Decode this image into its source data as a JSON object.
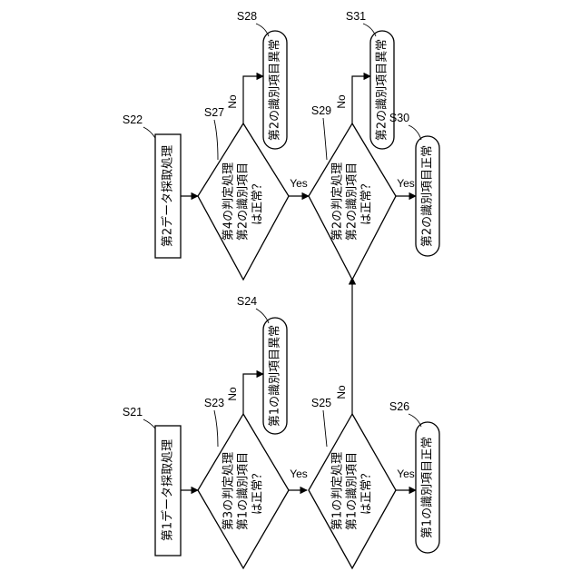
{
  "steps": {
    "s21": {
      "id": "S21",
      "text": "第1データ採取処理"
    },
    "s22": {
      "id": "S22",
      "text": "第2データ採取処理"
    },
    "s23": {
      "id": "S23",
      "lines": [
        "第3の判定処理",
        "第1の識別項目",
        "は正常？"
      ]
    },
    "s24": {
      "id": "S24",
      "text": "第1の識別項目異常"
    },
    "s25": {
      "id": "S25",
      "lines": [
        "第1の判定処理",
        "第1の識別項目",
        "は正常？"
      ]
    },
    "s26": {
      "id": "S26",
      "text": "第1の識別項目正常"
    },
    "s27": {
      "id": "S27",
      "lines": [
        "第4の判定処理",
        "第2の識別項目",
        "は正常？"
      ]
    },
    "s28": {
      "id": "S28",
      "text": "第2の識別項目異常"
    },
    "s29": {
      "id": "S29",
      "lines": [
        "第2の判定処理",
        "第2の識別項目",
        "は正常？"
      ]
    },
    "s30": {
      "id": "S30",
      "text": "第2の識別項目正常"
    },
    "s31": {
      "id": "S31",
      "text": "第2の識別項目異常"
    }
  },
  "branch": {
    "yes": "Yes",
    "no": "No"
  }
}
